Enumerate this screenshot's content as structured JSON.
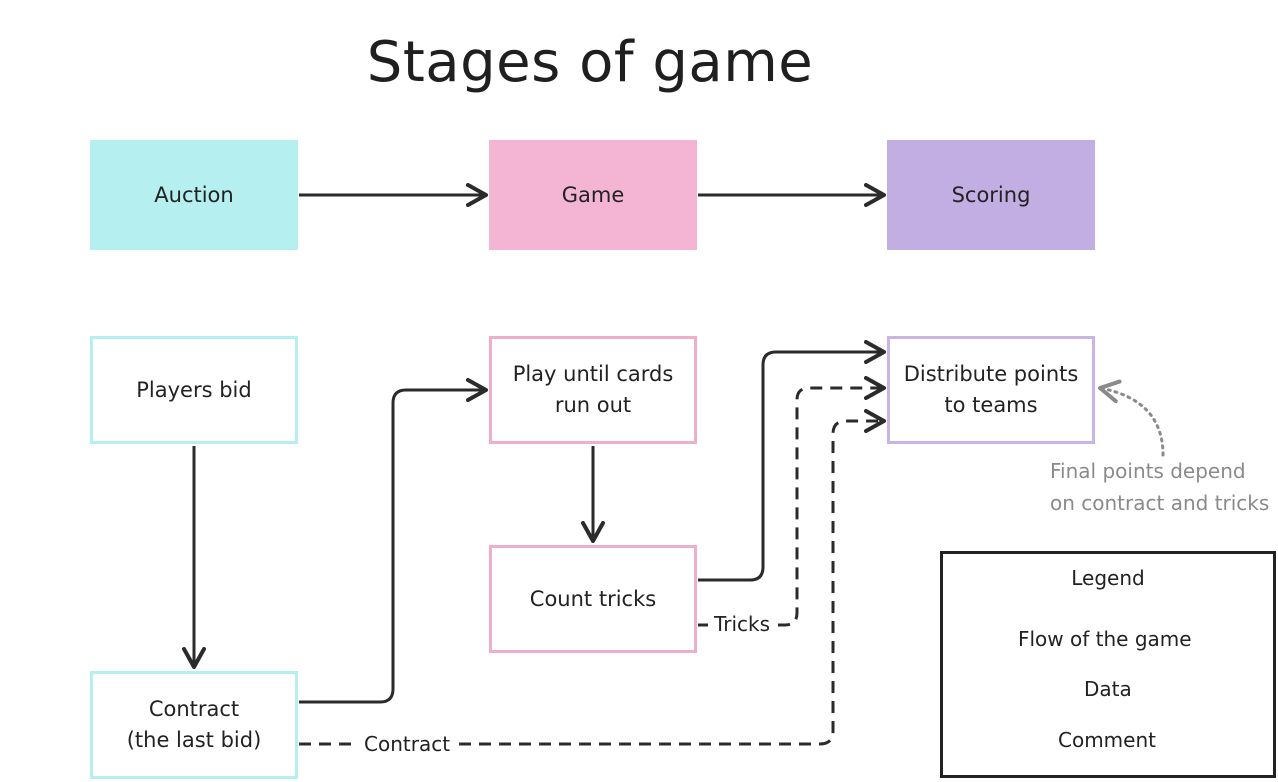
{
  "title": "Stages of game",
  "colors": {
    "auction": "#b5efef",
    "game": "#f3b5d3",
    "scoring": "#c3aee3",
    "auction_border": "#b5efef",
    "game_border": "#f0aecd",
    "scoring_border": "#c9b4e6",
    "line": "#2b2b2b",
    "comment": "#8a8a8a"
  },
  "stages": [
    {
      "label": "Auction"
    },
    {
      "label": "Game"
    },
    {
      "label": "Scoring"
    }
  ],
  "steps": {
    "players_bid": "Players bid",
    "contract_line1": "Contract",
    "contract_line2": "(the last bid)",
    "play_line1": "Play until cards",
    "play_line2": "run out",
    "count_tricks": "Count tricks",
    "distribute_line1": "Distribute points",
    "distribute_line2": "to teams"
  },
  "edge_labels": {
    "tricks": "Tricks",
    "contract": "Contract"
  },
  "comment": {
    "line1": "Final points depend",
    "line2": "on contract and tricks"
  },
  "legend": {
    "title": "Legend",
    "flow": "Flow of the game",
    "data": "Data",
    "comment": "Comment"
  }
}
